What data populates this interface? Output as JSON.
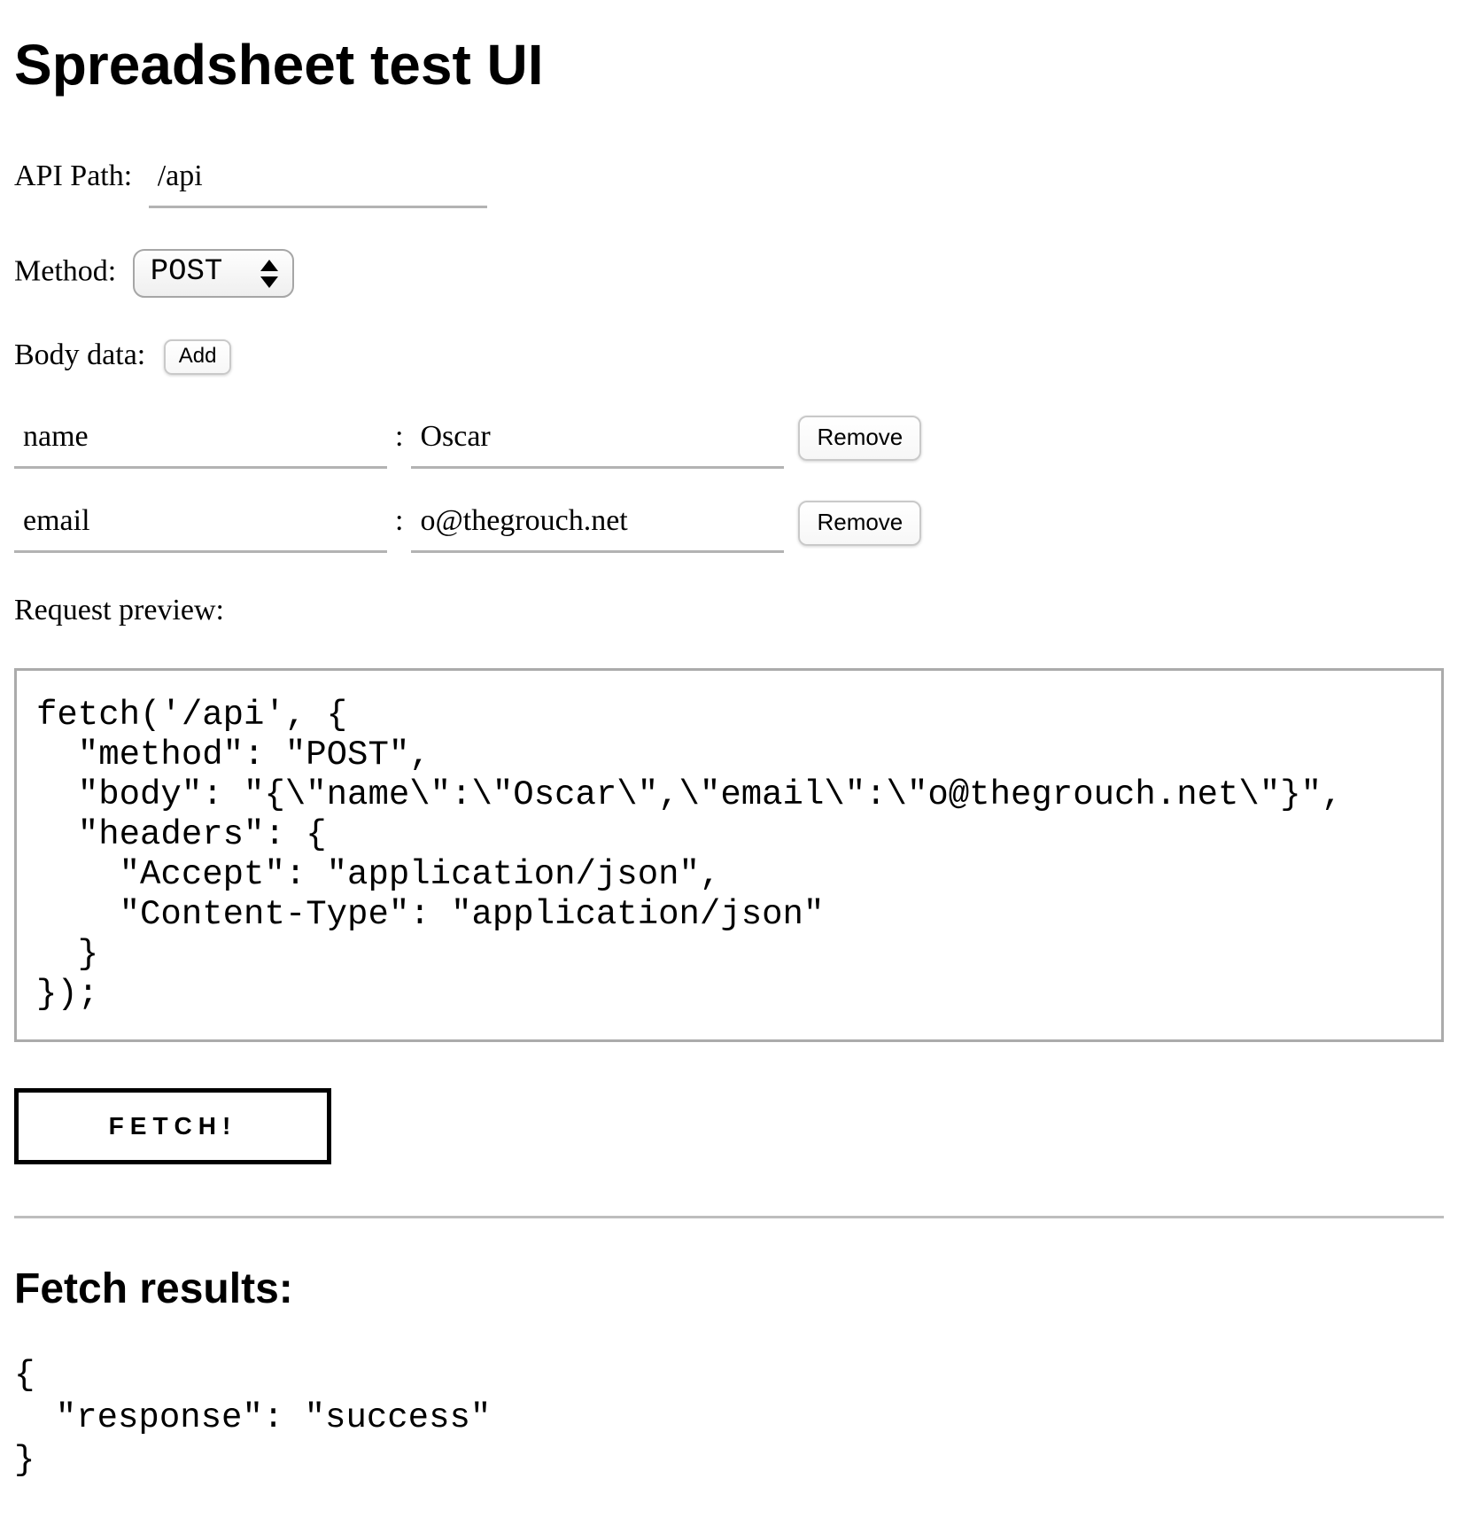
{
  "page": {
    "title": "Spreadsheet test UI"
  },
  "api_path": {
    "label": "API Path:",
    "value": "/api"
  },
  "method": {
    "label": "Method:",
    "value": "POST"
  },
  "body_data": {
    "label": "Body data:",
    "add_label": "Add",
    "separator": ":",
    "rows": [
      {
        "key": "name",
        "value": "Oscar",
        "remove_label": "Remove"
      },
      {
        "key": "email",
        "value": "o@thegrouch.net",
        "remove_label": "Remove"
      }
    ]
  },
  "request_preview": {
    "label": "Request preview:",
    "code": "fetch('/api', {\n  \"method\": \"POST\",\n  \"body\": \"{\\\"name\\\":\\\"Oscar\\\",\\\"email\\\":\\\"o@thegrouch.net\\\"}\",\n  \"headers\": {\n    \"Accept\": \"application/json\",\n    \"Content-Type\": \"application/json\"\n  }\n});"
  },
  "fetch_button": {
    "label": "FETCH!"
  },
  "results": {
    "heading": "Fetch results:",
    "json": "{\n  \"response\": \"success\"\n}"
  }
}
